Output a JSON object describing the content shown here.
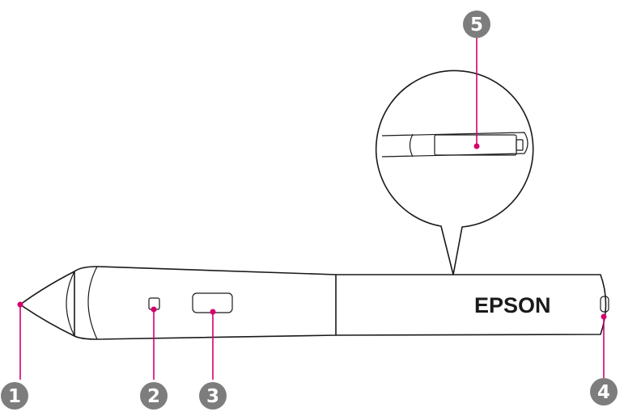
{
  "brand_label": "EPSON",
  "callouts": [
    {
      "id": "1",
      "label": "1"
    },
    {
      "id": "2",
      "label": "2"
    },
    {
      "id": "3",
      "label": "3"
    },
    {
      "id": "4",
      "label": "4"
    },
    {
      "id": "5",
      "label": "5"
    }
  ],
  "colors": {
    "leader": "#d4006f",
    "badge": "#7d7d7d",
    "outline": "#1a1a1a"
  }
}
